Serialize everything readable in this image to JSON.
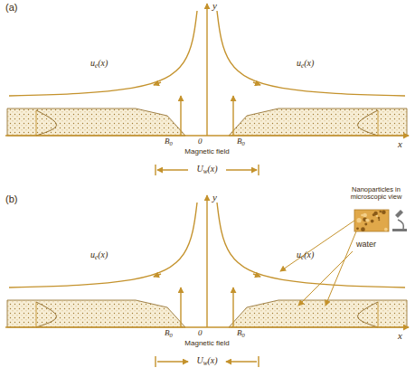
{
  "diagram": {
    "labels": [
      "(a)",
      "y",
      "ue(x)",
      "ue(x)",
      "B0",
      "0",
      "B0",
      "Magnetic field",
      "x",
      "Uw(x)",
      "(b)",
      "y",
      "ue(x)",
      "ue(x)",
      "Nanoparticles in microscopic view",
      "water",
      "B0",
      "0",
      "B0",
      "Magnetic field",
      "x",
      "Uw(x)"
    ]
  }
}
